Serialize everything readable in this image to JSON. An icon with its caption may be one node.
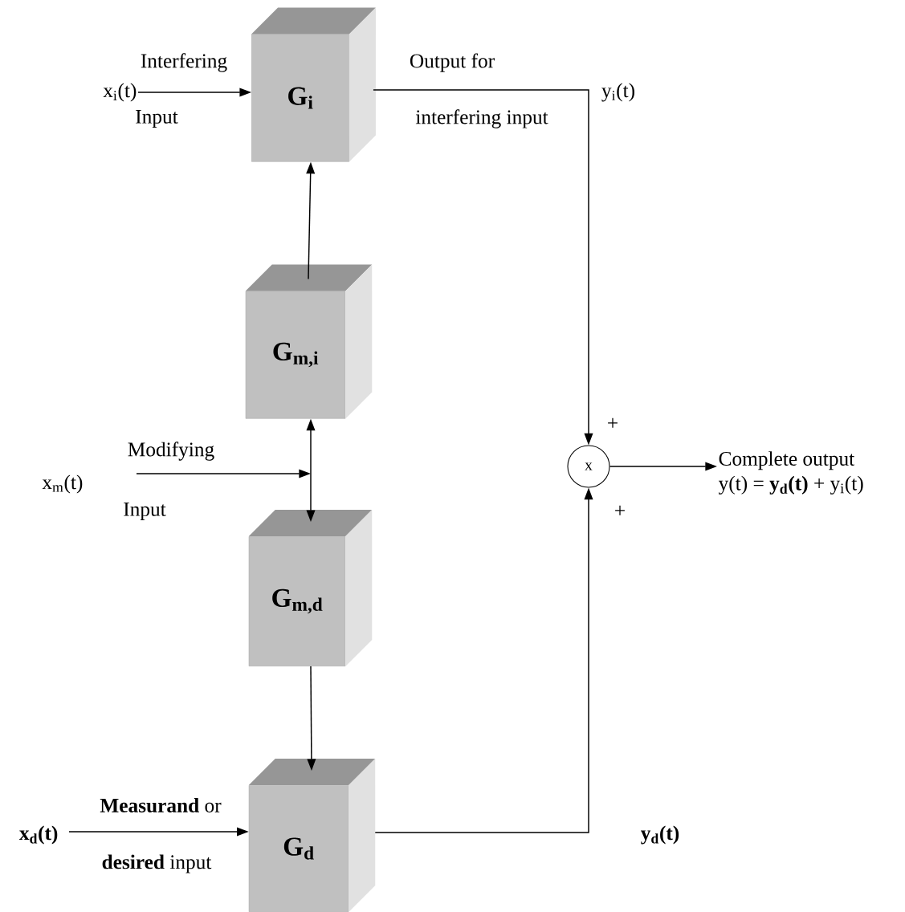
{
  "diagram": {
    "nodes": [
      {
        "text": [
          "G$_{i}$"
        ]
      },
      {
        "text": [
          "G$_{m,i}$"
        ]
      },
      {
        "text": [
          "G$_{m,d}$"
        ]
      },
      {
        "text": [
          "G$_{d}$"
        ]
      },
      {
        "text": [
          "x"
        ]
      },
      {
        "text": [
          "x$_{i}$(t)"
        ]
      },
      {
        "text": [
          "x$_{m}$(t)"
        ]
      },
      {
        "text": [
          "x$_{d}$(t)"
        ]
      },
      {
        "text": [
          "Complete output",
          "y(t) = **y$_{d}$(t)** + y$_{i}$(t)"
        ]
      }
    ],
    "edges": [
      {
        "from": 5,
        "to": 0,
        "arrow": "to"
      },
      {
        "from": 1,
        "to": 0,
        "arrow": "to"
      },
      {
        "from": 1,
        "to": 2,
        "arrow": "both"
      },
      {
        "from": 6,
        "to": null,
        "arrow": "to"
      },
      {
        "from": 2,
        "to": 3,
        "arrow": "to"
      },
      {
        "from": 7,
        "to": 3,
        "arrow": "to"
      },
      {
        "from": 0,
        "to": 4,
        "arrow": "to"
      },
      {
        "from": 3,
        "to": 4,
        "arrow": "to"
      },
      {
        "from": 4,
        "to": 8,
        "arrow": "to"
      }
    ],
    "labels": [
      "Interfering",
      "Output for",
      "y$_{i}$(t)",
      "Input",
      "interfering input",
      "+",
      "Modifying",
      "Input",
      "+",
      "**Measurand** or",
      "y$_{d}$(t)",
      "**desired** input"
    ]
  }
}
